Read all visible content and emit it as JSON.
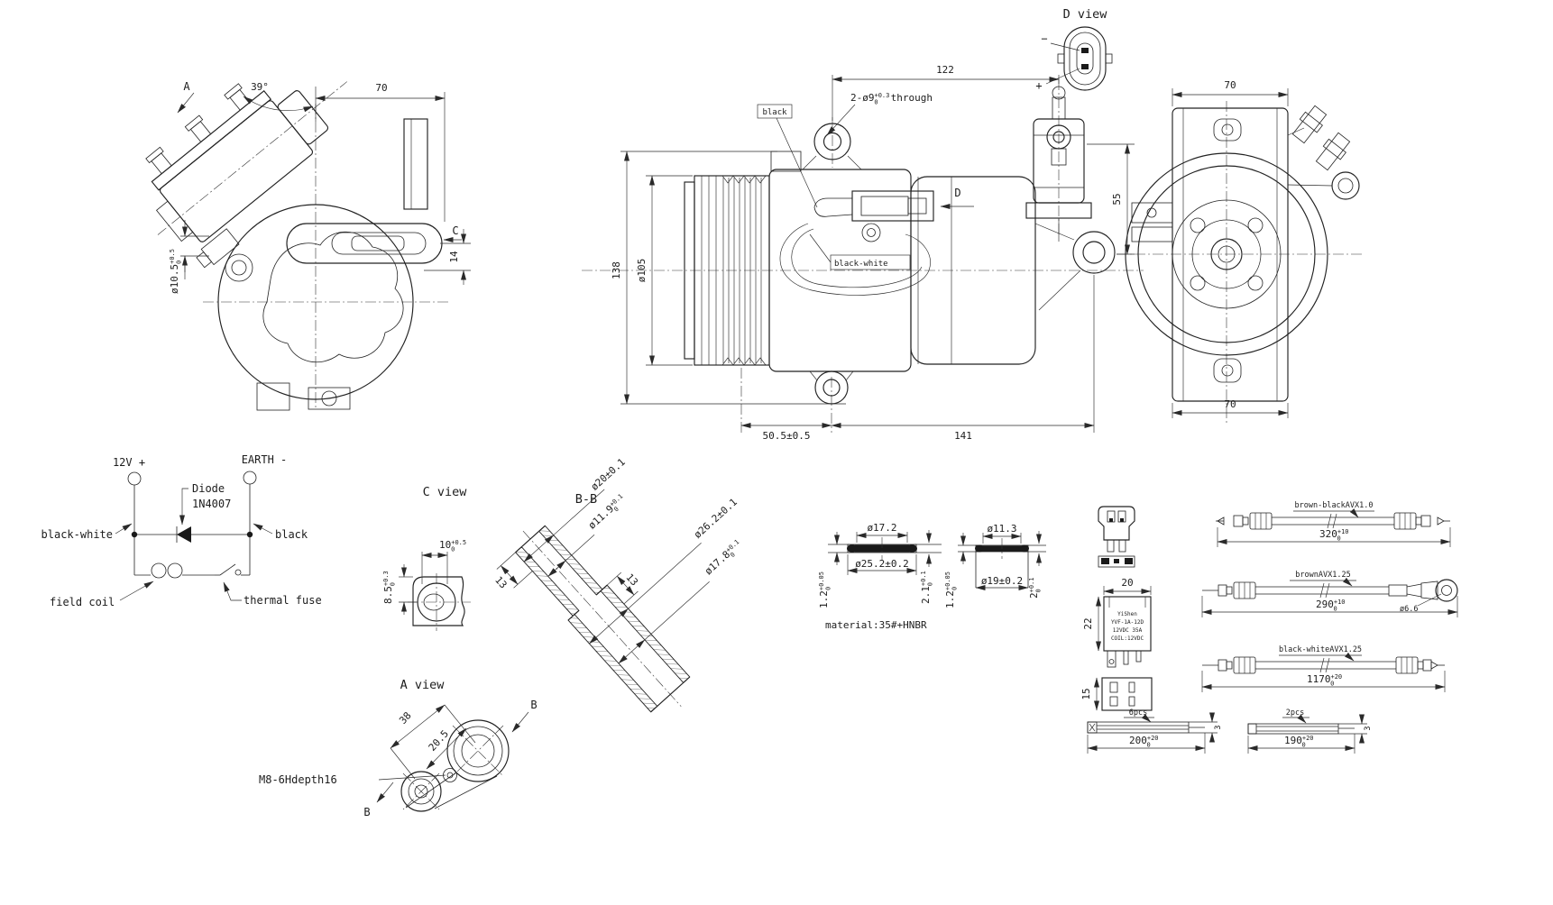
{
  "front_view": {
    "label_a": "A",
    "angle": "39°",
    "dim_70": "70",
    "label_c": "C",
    "dim_14": "14",
    "boss_dia": {
      "base": "ø10.5",
      "sup": "+0.5",
      "sub": "0"
    }
  },
  "side_view": {
    "dim_122": "122",
    "mount_holes": {
      "base": "2-ø9",
      "sup": "+0.3",
      "sub": "0",
      "suffix": "through"
    },
    "label_black": "black",
    "label_black_white": "black-white",
    "label_d": "D",
    "dim_55": "55",
    "dim_138": "138",
    "pulley_dia": "ø105",
    "dim_50_5": "50.5±0.5",
    "dim_141": "141"
  },
  "rear_view": {
    "dim_70_top": "70",
    "dim_70_bottom": "70"
  },
  "d_view": {
    "title": "D view",
    "minus": "−",
    "plus": "+"
  },
  "circuit": {
    "supply": "12V +",
    "earth": "EARTH -",
    "diode_1": "Diode",
    "diode_2": "1N4007",
    "wire_left": "black-white",
    "wire_right": "black",
    "coil": "field coil",
    "fuse": "thermal fuse"
  },
  "c_view": {
    "title": "C view",
    "w": {
      "base": "10",
      "sup": "+0.5",
      "sub": "0"
    },
    "h": {
      "base": "8.5",
      "sup": "+0.3",
      "sub": "0"
    }
  },
  "bb_section": {
    "title": "B-B",
    "d1": "ø26.2±0.1",
    "d2": {
      "base": "ø17.8",
      "sup": "+0.1",
      "sub": "0"
    },
    "d3": "ø20±0.1",
    "d4": {
      "base": "ø11.9",
      "sup": "+0.1",
      "sub": "0"
    },
    "len1": "13",
    "len2": "13"
  },
  "a_view": {
    "title": "A view",
    "dim_38": "38",
    "dim_20_5": "20.5",
    "label_b_top": "B",
    "label_b_bottom": "B",
    "thread_note": "M8-6Hdepth16"
  },
  "seals": {
    "material": "material:35#+HNBR",
    "seal1": {
      "top_dia": "ø17.2",
      "bottom_dia": "ø25.2±0.2",
      "thk": {
        "base": "1.2",
        "sup": "+0.05",
        "sub": "0"
      },
      "ht": {
        "base": "2.1",
        "sup": "+0.1",
        "sub": "0"
      }
    },
    "seal2": {
      "top_dia": "ø11.3",
      "bottom_dia": "ø19±0.2",
      "thk": {
        "base": "1.2",
        "sup": "+0.05",
        "sub": "0"
      },
      "ht": {
        "base": "2",
        "sup": "+0.1",
        "sub": "0"
      }
    }
  },
  "relay": {
    "dim_w": "20",
    "dim_h": "22",
    "dim_d": "15",
    "line1": "YiShen",
    "line2": "YVF-1A-12D",
    "line3": "12VDC 35A",
    "line4": "COIL:12VDC"
  },
  "cables": {
    "cable1": {
      "label": "brown-blackAVX1.0",
      "len": {
        "base": "320",
        "sup": "+10",
        "sub": "0"
      }
    },
    "cable2": {
      "label": "brownAVX1.25",
      "len": {
        "base": "290",
        "sup": "+10",
        "sub": "0"
      },
      "ring_dia": "ø6.6"
    },
    "cable3": {
      "label": "black-whiteAVX1.25",
      "len": {
        "base": "1170",
        "sup": "+20",
        "sub": "0"
      }
    },
    "tube1": {
      "qty": "6pcs",
      "len": {
        "base": "200",
        "sup": "+20",
        "sub": "0"
      },
      "dia": "3"
    },
    "tube2": {
      "qty": "2pcs",
      "len": {
        "base": "190",
        "sup": "+20",
        "sub": "0"
      },
      "dia": "3"
    }
  }
}
